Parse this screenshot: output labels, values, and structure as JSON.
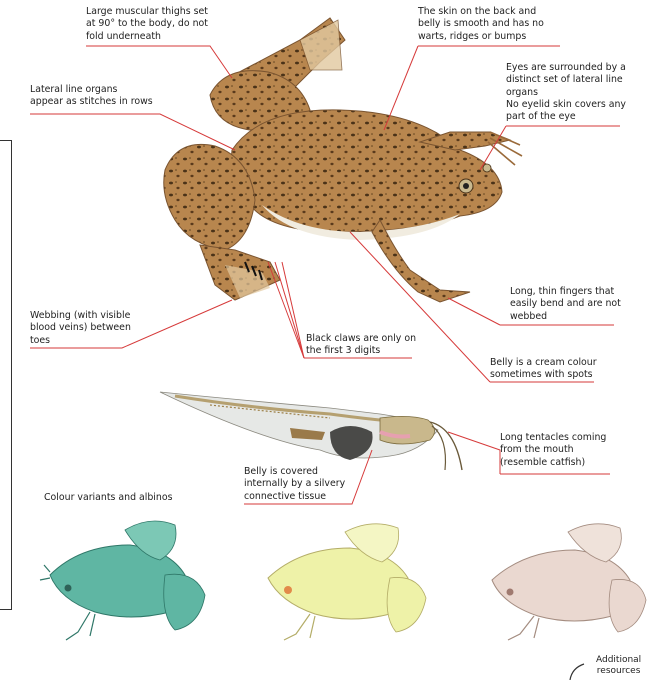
{
  "labels": {
    "thighs": [
      "Large muscular thighs set",
      "at 90° to the body, do not",
      "fold underneath"
    ],
    "skin": [
      "The skin on the back and",
      "belly is smooth and has no",
      "warts, ridges or bumps"
    ],
    "eyes": [
      "Eyes are surrounded by a",
      "distinct set of lateral line",
      "organs",
      "No eyelid skin covers any",
      "part of the eye"
    ],
    "lateral_line": [
      "Lateral line organs",
      "appear as stitches in rows"
    ],
    "fingers": [
      "Long, thin fingers that",
      "easily bend and are not",
      "webbed"
    ],
    "webbing": [
      "Webbing (with visible",
      "blood veins) between",
      "toes"
    ],
    "claws": [
      "Black claws are only on",
      "the first 3 digits"
    ],
    "belly_cream": [
      "Belly is a cream colour",
      "sometimes with spots"
    ],
    "tentacles": [
      "Long tentacles coming",
      "from the mouth",
      "(resemble catfish)"
    ],
    "belly_silvery": [
      "Belly is covered",
      "internally by a silvery",
      "connective tissue"
    ],
    "colour_variants": "Colour variants and albinos",
    "additional": [
      "Additional",
      "resources"
    ]
  },
  "colors": {
    "leader_line": "#d63a3a",
    "adult_frog": "#b8864e",
    "adult_spots": "#4a3218",
    "belly": "#f1ece0",
    "tadpole": "#c9b88c",
    "variant_green": "#5fb6a3",
    "variant_yellow": "#eef2a8",
    "variant_pink": "#ead8d0"
  },
  "icons": [
    "adult-frog-illustration",
    "tadpole-illustration",
    "green-frog-variant",
    "albino-yellow-frog-variant",
    "pale-pink-frog-variant",
    "curved-arrow-icon"
  ]
}
